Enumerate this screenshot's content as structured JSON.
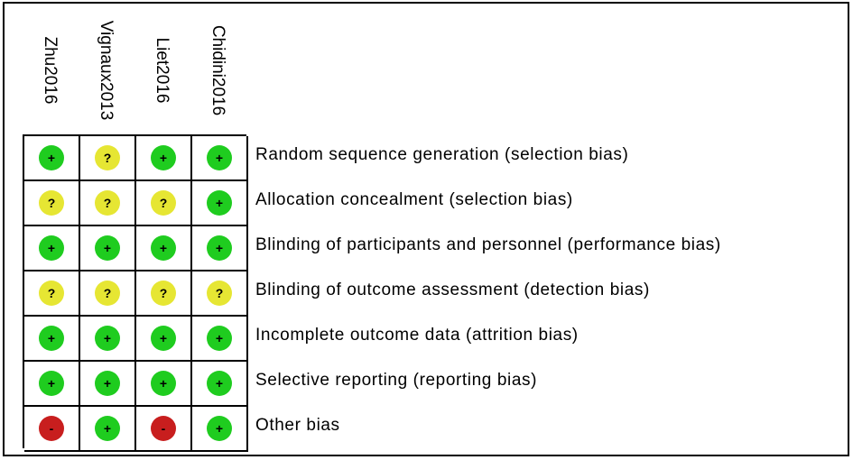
{
  "chart_data": {
    "type": "table",
    "studies": [
      "Zhu2016",
      "Vignaux2013",
      "Liet2016",
      "Chidini2016"
    ],
    "domains": [
      "Random sequence generation (selection bias)",
      "Allocation concealment (selection bias)",
      "Blinding of participants and personnel (performance bias)",
      "Blinding of outcome assessment (detection bias)",
      "Incomplete outcome data (attrition bias)",
      "Selective reporting (reporting bias)",
      "Other bias"
    ],
    "judgements": [
      [
        "low",
        "unclear",
        "low",
        "low"
      ],
      [
        "unclear",
        "unclear",
        "unclear",
        "low"
      ],
      [
        "low",
        "low",
        "low",
        "low"
      ],
      [
        "unclear",
        "unclear",
        "unclear",
        "unclear"
      ],
      [
        "low",
        "low",
        "low",
        "low"
      ],
      [
        "low",
        "low",
        "low",
        "low"
      ],
      [
        "high",
        "low",
        "high",
        "low"
      ]
    ],
    "symbols": {
      "low": "+",
      "unclear": "?",
      "high": "-"
    },
    "colors": {
      "low": "#1fcc1f",
      "unclear": "#e6e633",
      "high": "#c81e1e"
    }
  }
}
